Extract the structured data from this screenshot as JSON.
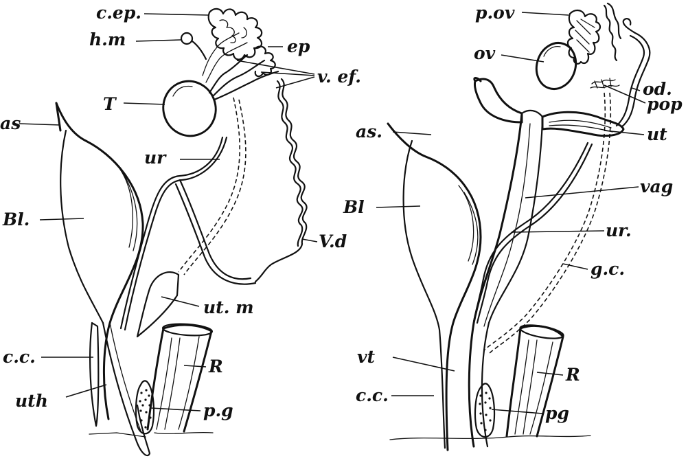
{
  "left_figure": {
    "labels": {
      "cep": "c.ep.",
      "hm": "h.m",
      "ep": "ep",
      "vef": "v. ef.",
      "T": "T",
      "as": "as",
      "ur": "ur",
      "Bl": "Bl.",
      "Vd": "V.d",
      "utm": "ut. m",
      "cc": "c.c.",
      "uth": "uth",
      "R": "R",
      "pg": "p.g"
    }
  },
  "right_figure": {
    "labels": {
      "pov": "p.ov",
      "ov": "ov",
      "od": "od.",
      "pop": "pop",
      "as": "as.",
      "ut": "ut",
      "Bl": "Bl",
      "vag": "vag",
      "ur": "ur.",
      "gc": "g.c.",
      "vt": "vt",
      "cc": "c.c.",
      "R": "R",
      "pg": "pg"
    }
  }
}
